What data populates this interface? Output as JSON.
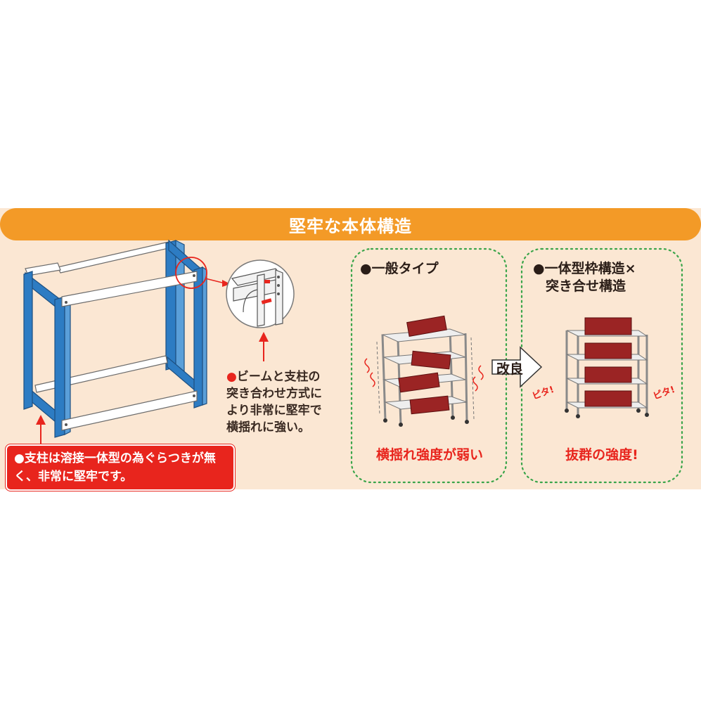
{
  "banner": {
    "title": "堅牢な本体構造"
  },
  "notes": {
    "pillar": "●支柱は溶接一体型の為ぐらつきが無く、非常に堅牢です。",
    "beam_dot": "●",
    "beam": "ビームと支柱の突き合わせ方式により非常に堅牢で横揺れに強い。"
  },
  "comparison": {
    "general": {
      "title": "●一般タイプ",
      "caption": "横揺れ強度が弱い"
    },
    "arrow_label": "改良",
    "improved": {
      "title_line1": "●一体型枠構造×",
      "title_line2": "突き合せ構造",
      "caption": "抜群の強度!",
      "sfx": "ピタ!"
    }
  },
  "colors": {
    "banner": "#f39a27",
    "panel": "#fbe7d3",
    "accent_red": "#e8251d",
    "frame_blue": "#2d7cc3",
    "dotted_green": "#3aa54a",
    "box_red": "#9b2424"
  }
}
